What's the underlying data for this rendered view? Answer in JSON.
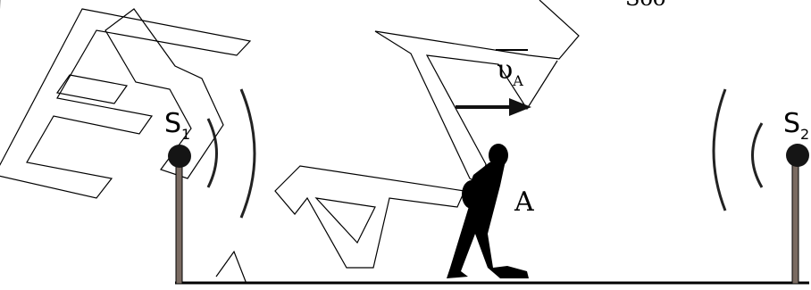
{
  "labels": {
    "source1": "S",
    "source1_sub": "1",
    "source2": "S",
    "source2_sub": "2",
    "person": "A",
    "velocity": "υ",
    "velocity_sub": "A",
    "top_fragment": "Soo"
  },
  "colors": {
    "pole": "#7a6b62",
    "ink": "#000000",
    "watermark": "#000000"
  }
}
